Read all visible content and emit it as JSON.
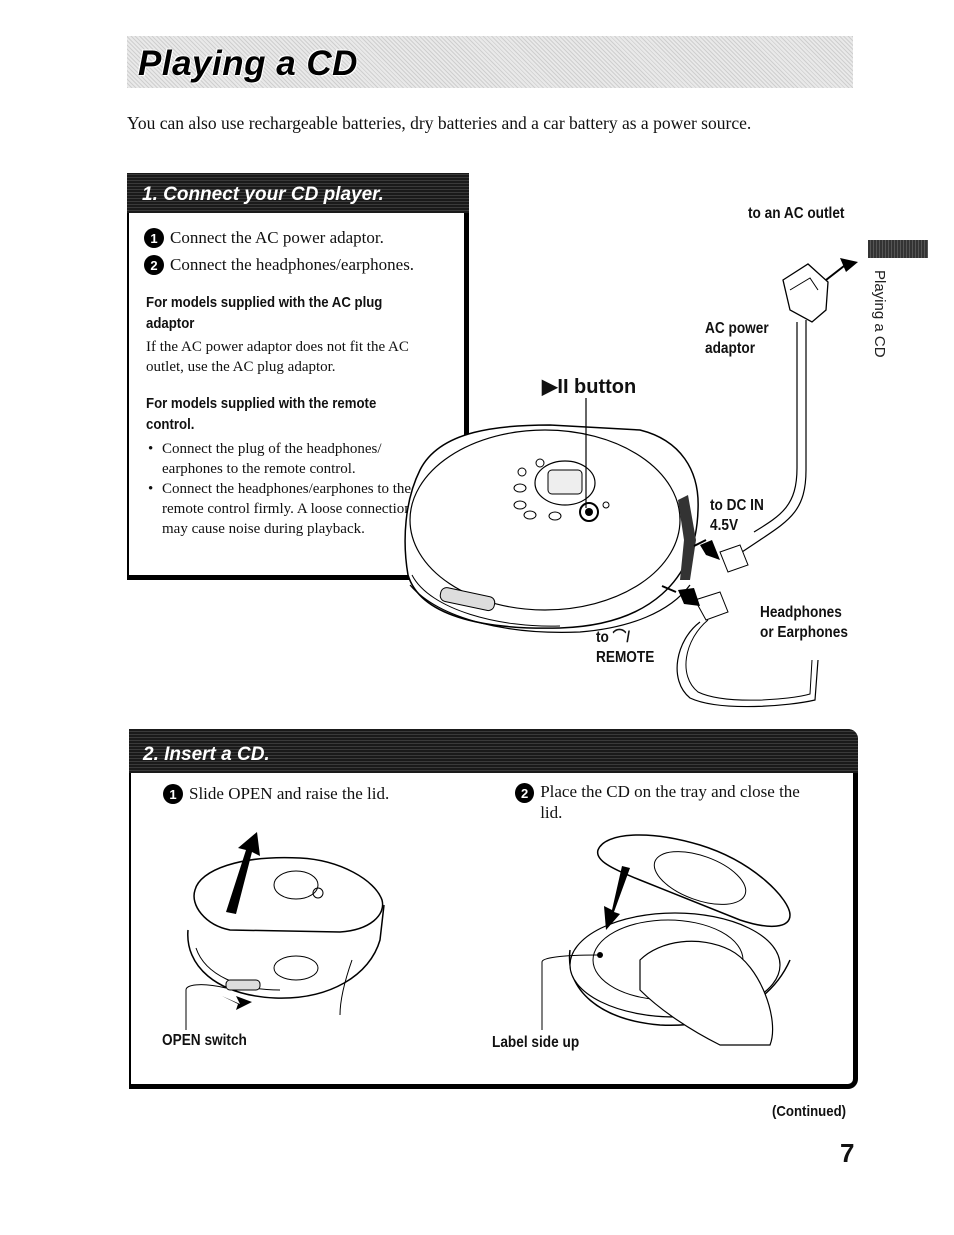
{
  "page": {
    "title": "Playing a CD",
    "intro": "You can also use rechargeable batteries, dry batteries and a car battery as a power source.",
    "side_tab": "Playing a CD",
    "continued": "(Continued)",
    "page_number": "7"
  },
  "section1": {
    "heading": "1. Connect your CD player.",
    "steps": [
      {
        "num": "1",
        "text": "Connect the AC power adaptor."
      },
      {
        "num": "2",
        "text": "Connect the headphones/earphones."
      }
    ],
    "ac_plug_heading": "For models supplied with the AC plug adaptor",
    "ac_plug_text": "If the AC power adaptor does not fit the AC outlet, use the AC plug adaptor.",
    "remote_heading": "For models supplied with the remote control.",
    "remote_bullets": [
      "Connect the plug of the headphones/ earphones to the remote control.",
      "Connect the headphones/earphones to the remote control firmly. A loose connection may cause noise during playback."
    ],
    "labels": {
      "ac_outlet": "to an AC outlet",
      "ac_adaptor": "AC power adaptor",
      "play_button": "▶II button",
      "dc_in": "to DC IN 4.5V",
      "remote": "to ⌒/ REMOTE",
      "headphones": "Headphones or Earphones"
    }
  },
  "section2": {
    "heading": "2. Insert a CD.",
    "steps": [
      {
        "num": "1",
        "text": "Slide OPEN and raise the lid."
      },
      {
        "num": "2",
        "text": "Place the CD on the tray and close the lid."
      }
    ],
    "labels": {
      "open_switch": "OPEN switch",
      "label_side": "Label side up"
    }
  }
}
